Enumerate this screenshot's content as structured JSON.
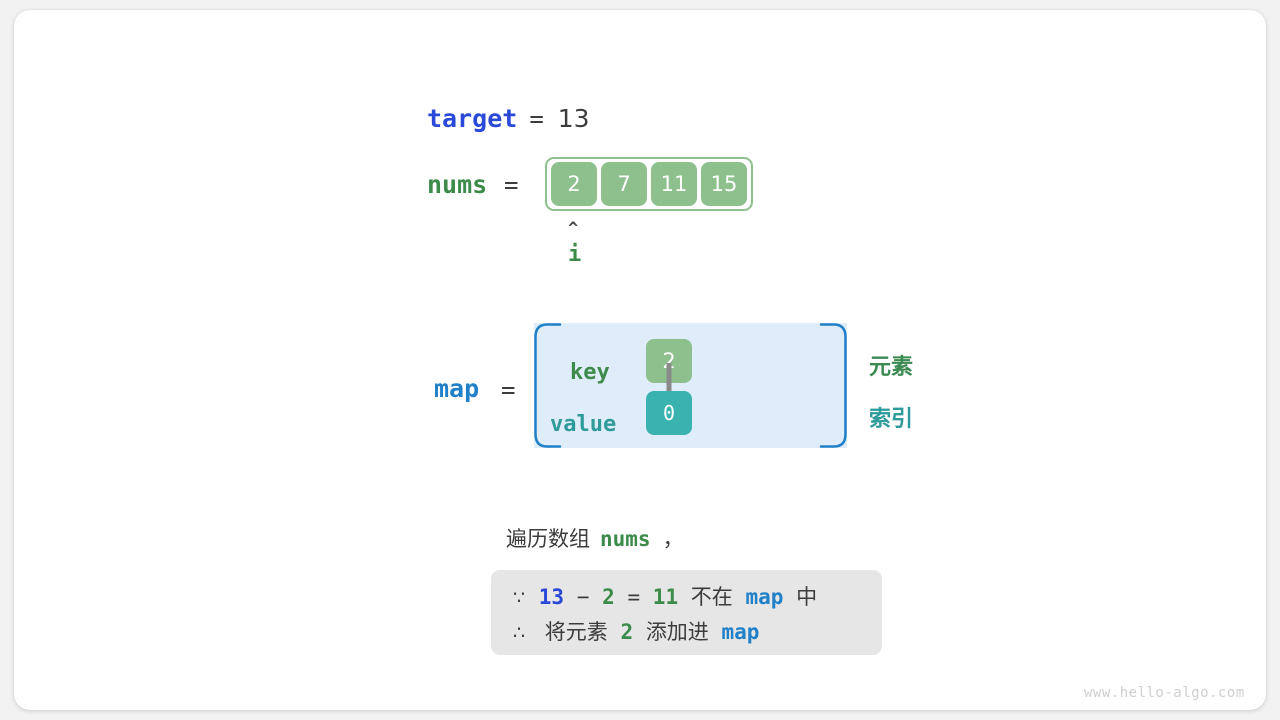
{
  "diagram": {
    "target": {
      "name": "target",
      "equals": "=",
      "value": "13"
    },
    "nums": {
      "name": "nums",
      "equals": "=",
      "cells": [
        "2",
        "7",
        "11",
        "15"
      ],
      "pointer_caret": "^",
      "pointer_label": "i",
      "pointer_index": 0
    },
    "map": {
      "name": "map",
      "equals": "=",
      "key_label": "key",
      "value_label": "value",
      "key_cell": "2",
      "value_cell": "0",
      "legend_key": "元素",
      "legend_value": "索引"
    },
    "caption": {
      "prefix": "遍历数组",
      "keyword": "nums",
      "suffix": "，"
    },
    "note": {
      "line1": {
        "symbol": "∵",
        "a": "13",
        "minus": "−",
        "b": "2",
        "eq": "=",
        "c": "11",
        "text1": "不在",
        "map": "map",
        "text2": "中"
      },
      "line2": {
        "symbol": "∴",
        "text1": "将元素",
        "n": "2",
        "text2": "添加进",
        "map": "map"
      }
    },
    "watermark": "www.hello-algo.com"
  },
  "colors": {
    "green": "#8dc08d",
    "teal": "#3ab3b0",
    "blue_name": "#2b49d8",
    "blue_map": "#2080c8",
    "green_text": "#3d8b4a",
    "teal_text": "#2e9a9a",
    "map_bg": "#dfecf9",
    "map_border": "#2080c8",
    "note_bg": "#e6e6e6"
  }
}
